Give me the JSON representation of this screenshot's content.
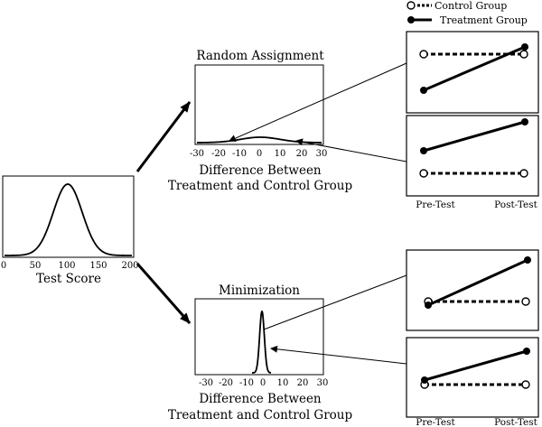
{
  "legend": {
    "control_label": "Control Group",
    "treatment_label": "Treatment Group"
  },
  "source_plot": {
    "xlabel": "Test Score",
    "ticks": [
      "0",
      "50",
      "100",
      "150",
      "200"
    ]
  },
  "random_panel": {
    "title": "Random Assignment",
    "xlabel_line1": "Difference Between",
    "xlabel_line2": "Treatment and Control Group",
    "ticks": [
      "-30",
      "-20",
      "-10",
      "0",
      "10",
      "20",
      "30"
    ]
  },
  "minimization_panel": {
    "title": "Minimization",
    "xlabel_line1": "Difference Between",
    "xlabel_line2": "Treatment and Control Group",
    "ticks": [
      "-30",
      "-20",
      "-10",
      "0",
      "10",
      "20",
      "30"
    ]
  },
  "prepost": {
    "pre_label": "Pre-Test",
    "post_label": "Post-Test"
  }
}
